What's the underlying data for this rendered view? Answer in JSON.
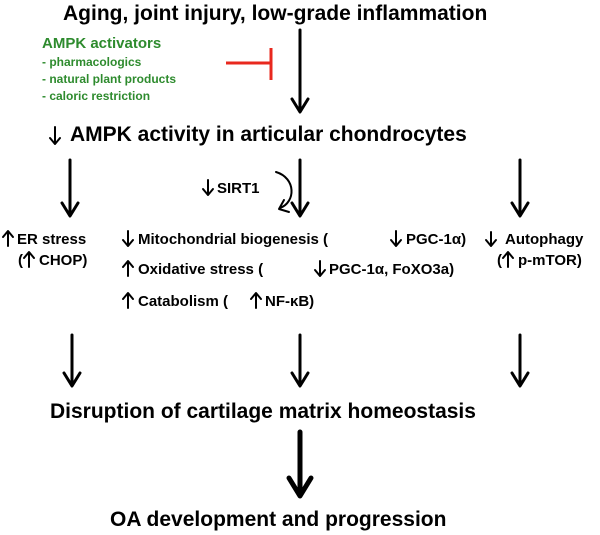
{
  "top": "Aging, joint injury, low-grade inflammation",
  "activators": {
    "title": "AMPK activators",
    "items": [
      "- pharmacologics",
      "- natural plant products",
      "- caloric restriction"
    ]
  },
  "ampk": "AMPK activity in articular chondrocytes",
  "sirt1": "SIRT1",
  "left": {
    "line1": "ER stress",
    "line2_open": "(",
    "line2": "CHOP)"
  },
  "mid": {
    "l1a": "Mitochondrial biogenesis (",
    "l1b": "PGC-1α)",
    "l2a": "Oxidative stress (",
    "l2b": "PGC-1α, FoXO3a)",
    "l3a": "Catabolism (",
    "l3b": "NF-κB)"
  },
  "right": {
    "line1": "Autophagy",
    "line2_open": "(",
    "line2": "p-mTOR)"
  },
  "disruption": "Disruption of cartilage matrix homeostasis",
  "oa": "OA development and progression",
  "colors": {
    "inhibitor": "#e8281e",
    "activator_text": "#2e8b2e"
  }
}
